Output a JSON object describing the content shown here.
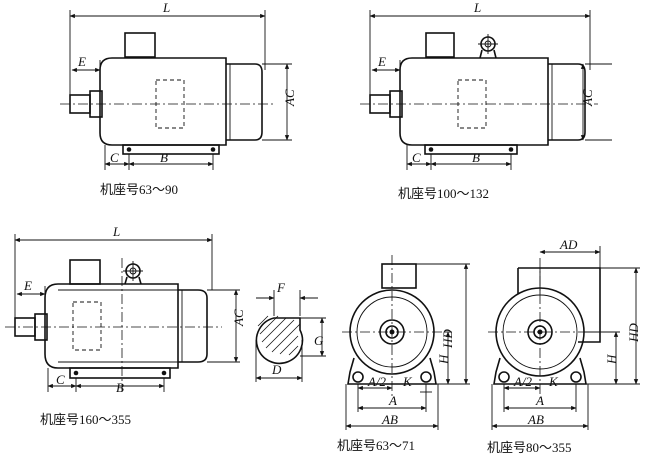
{
  "captions": {
    "frame_63_90": "机座号63～90",
    "frame_100_132": "机座号100～132",
    "frame_160_355": "机座号160～355",
    "frame_63_71": "机座号63～71",
    "frame_80_355": "机座号80～355"
  },
  "dims": {
    "L": "L",
    "E": "E",
    "AC": "AC",
    "B": "B",
    "C": "C",
    "F": "F",
    "G": "G",
    "D": "D",
    "HD": "HD",
    "H": "H",
    "A": "A",
    "A2": "A/2",
    "AB": "AB",
    "K": "K",
    "AD": "AD"
  }
}
